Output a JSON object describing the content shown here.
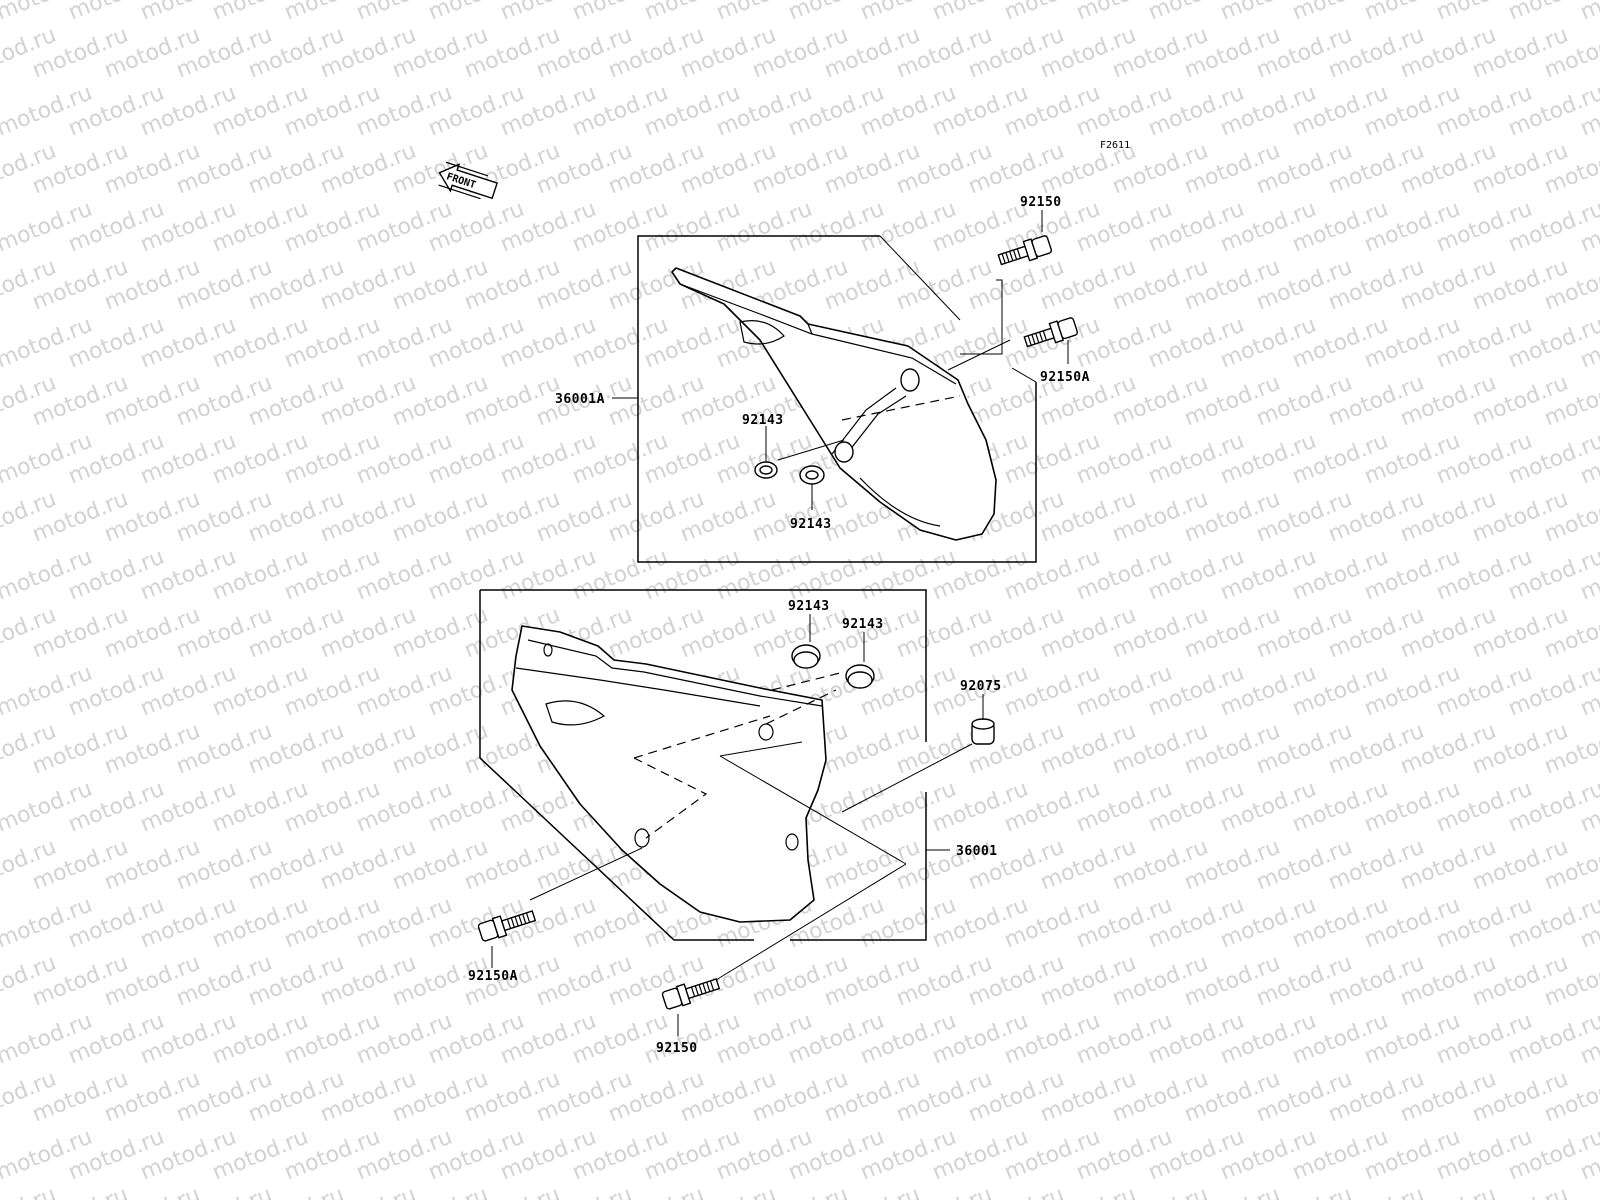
{
  "watermark": "motod.ru",
  "figure_code": "F2611",
  "front_arrow": "FRONT",
  "callouts": {
    "c92150_top": "92150",
    "c92150A_top": "92150A",
    "c36001A": "36001A",
    "c92143_a": "92143",
    "c92143_b": "92143",
    "c92143_c": "92143",
    "c92143_d": "92143",
    "c92075": "92075",
    "c36001": "36001",
    "c92150A_bottom": "92150A",
    "c92150_bottom": "92150"
  }
}
